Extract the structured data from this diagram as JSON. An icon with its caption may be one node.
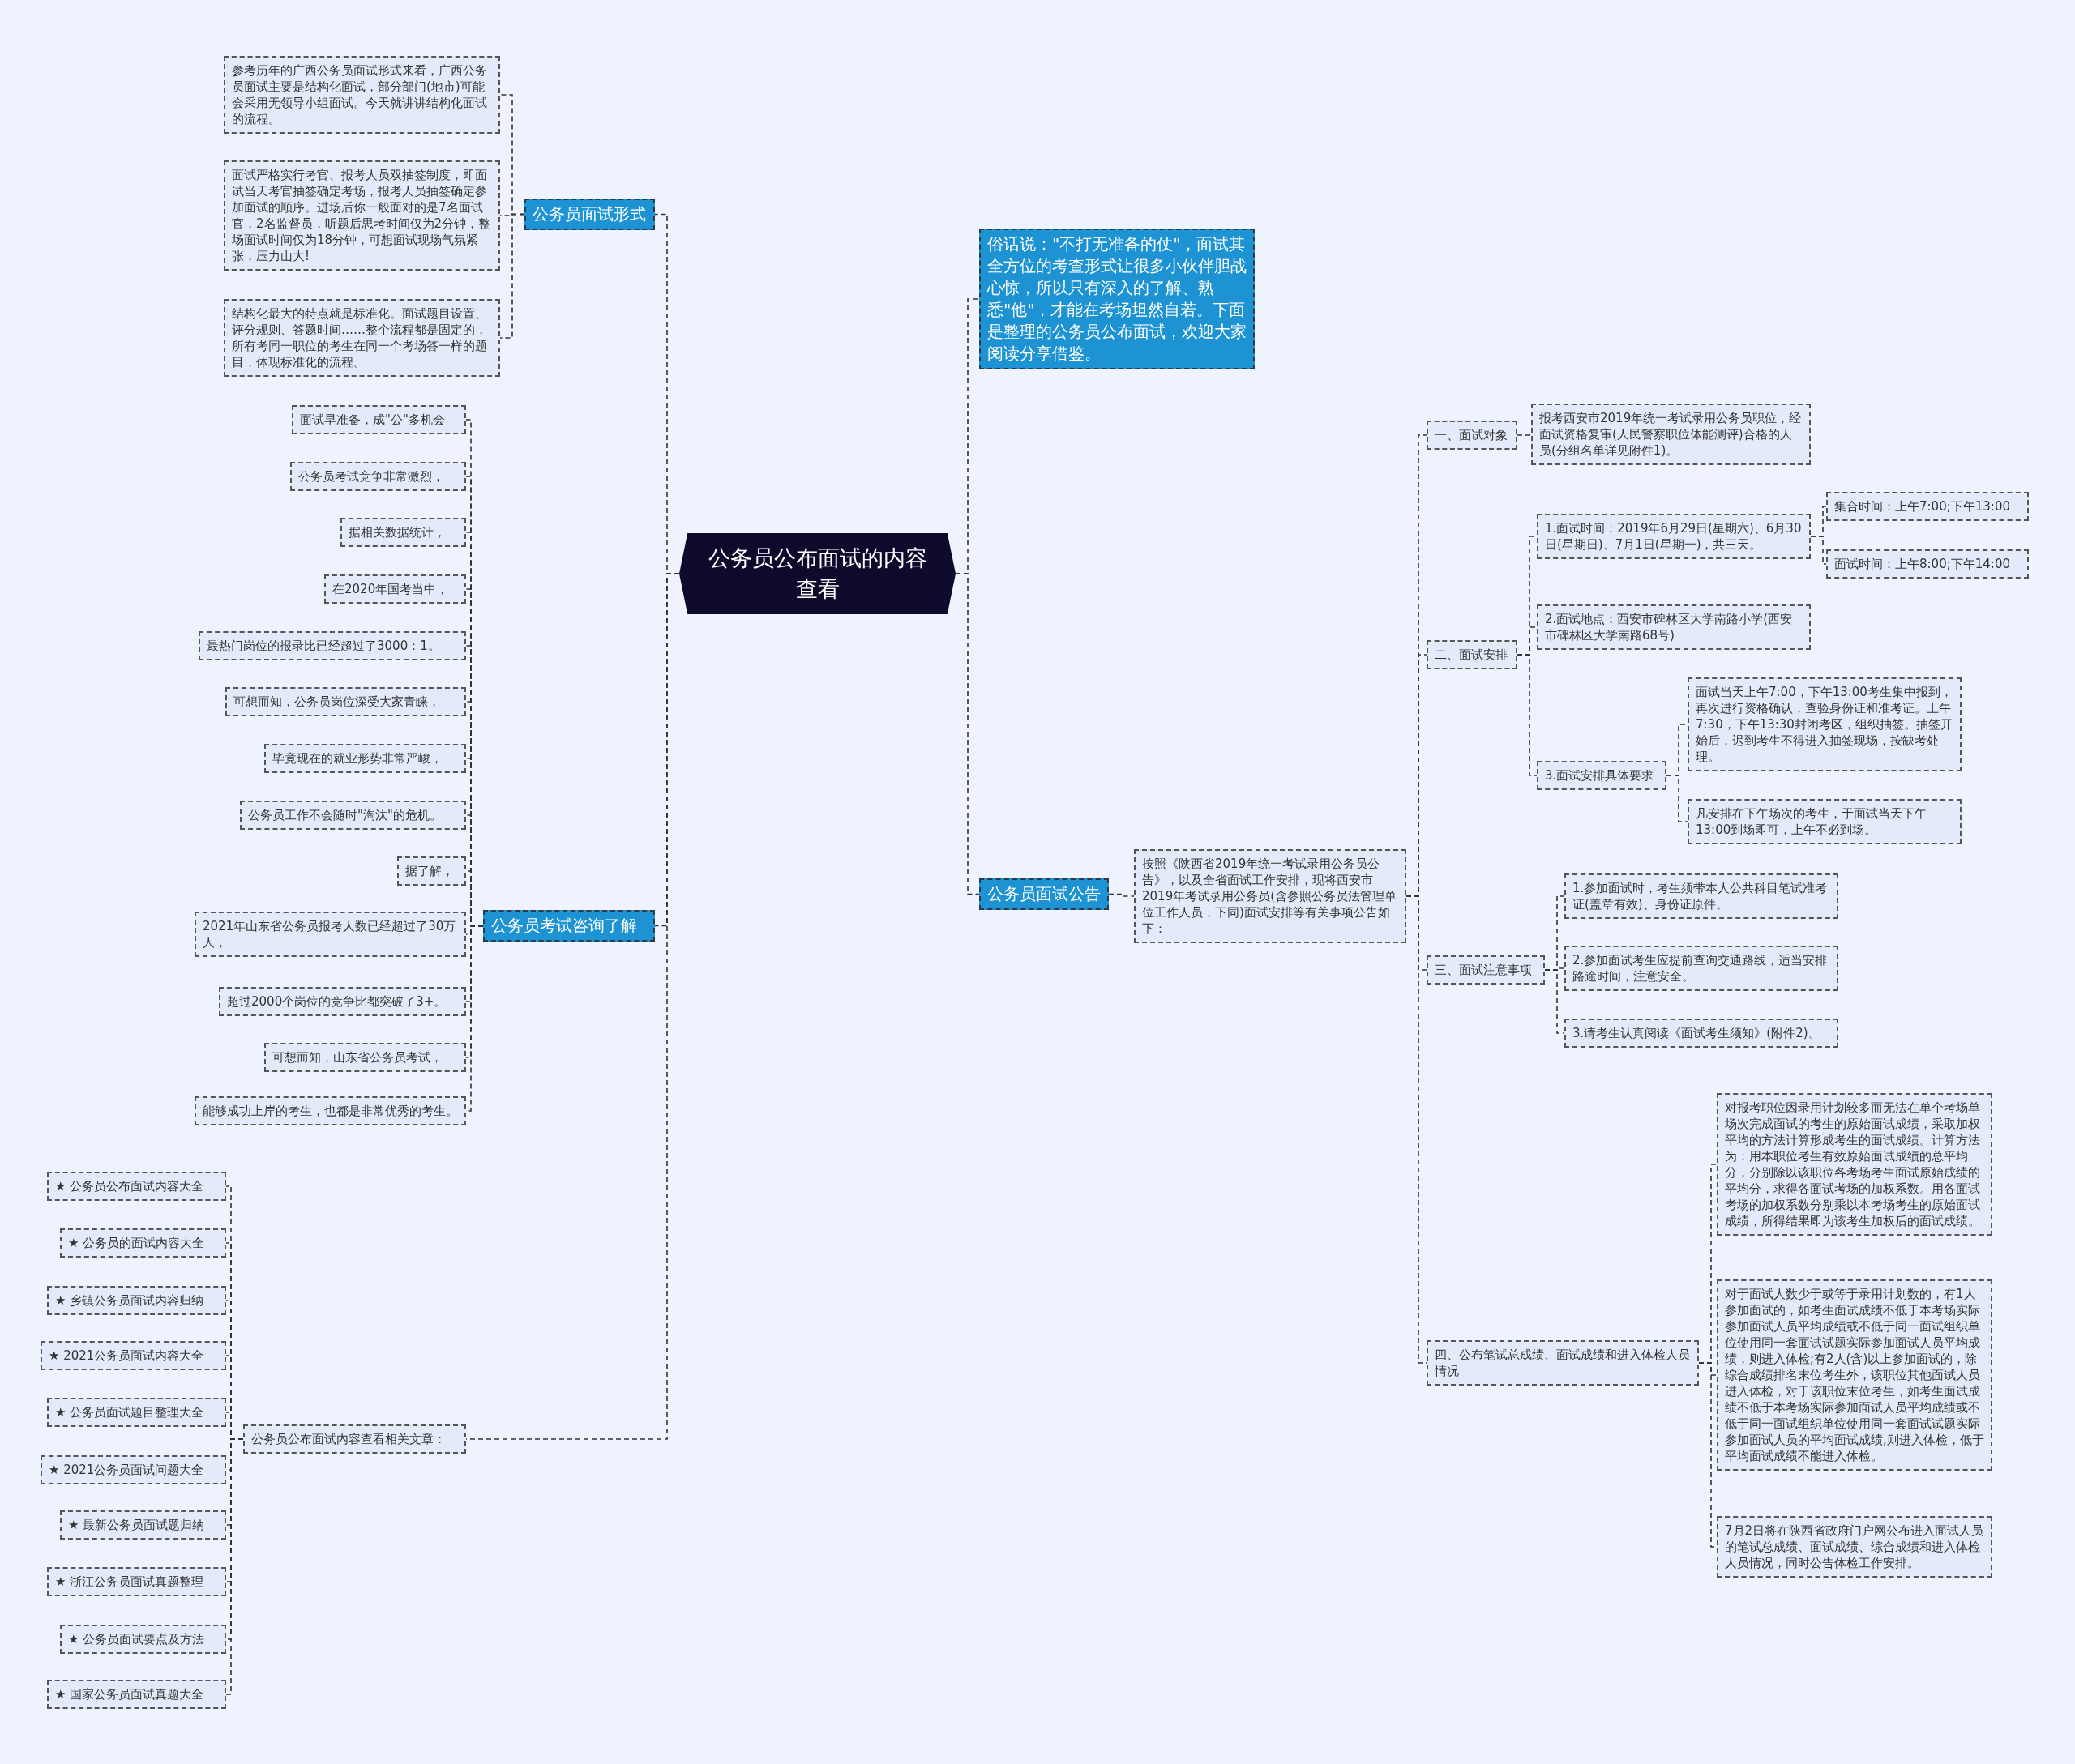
{
  "diagram": {
    "nodes": [
      {
        "text": [
          "公务员公布面试的内容查看"
        ]
      },
      {
        "text": [
          "公务员面试形式"
        ]
      },
      {
        "text": [
          "参考历年的广西公务员面试形式来看，广西公务员面试主要是结构化面试，部分部门(地市)可能会采用无领导小组面试。今天就讲讲结构化面试的流程。"
        ]
      },
      {
        "text": [
          "面试严格实行考官、报考人员双抽签制度，即面试当天考官抽签确定考场，报考人员抽签确定参加面试的顺序。进场后你一般面对的是7名面试官，2名监督员，听题后思考时间仅为2分钟，整场面试时间仅为18分钟，可想面试现场气氛紧张，压力山大!"
        ]
      },
      {
        "text": [
          "结构化最大的特点就是标准化。面试题目设置、评分规则、答题时间……整个流程都是固定的，所有考同一职位的考生在同一个考场答一样的题目，体现标准化的流程。"
        ]
      },
      {
        "text": [
          "公务员考试咨询了解"
        ]
      },
      {
        "text": [
          "面试早准备，成\"公\"多机会"
        ]
      },
      {
        "text": [
          "公务员考试竞争非常激烈，"
        ]
      },
      {
        "text": [
          "据相关数据统计，"
        ]
      },
      {
        "text": [
          "在2020年国考当中，"
        ]
      },
      {
        "text": [
          "最热门岗位的报录比已经超过了3000：1。"
        ]
      },
      {
        "text": [
          "可想而知，公务员岗位深受大家青睐，"
        ]
      },
      {
        "text": [
          "毕竟现在的就业形势非常严峻，"
        ]
      },
      {
        "text": [
          "公务员工作不会随时\"淘汰\"的危机。"
        ]
      },
      {
        "text": [
          "据了解，"
        ]
      },
      {
        "text": [
          "2021年山东省公务员报考人数已经超过了30万人，"
        ]
      },
      {
        "text": [
          "超过2000个岗位的竞争比都突破了3+。"
        ]
      },
      {
        "text": [
          "可想而知，山东省公务员考试，"
        ]
      },
      {
        "text": [
          "能够成功上岸的考生，也都是非常优秀的考生。"
        ]
      },
      {
        "text": [
          "公务员公布面试内容查看相关文章："
        ]
      },
      {
        "text": [
          "★ 公务员公布面试内容大全"
        ]
      },
      {
        "text": [
          "★ 公务员的面试内容大全"
        ]
      },
      {
        "text": [
          "★ 乡镇公务员面试内容归纳"
        ]
      },
      {
        "text": [
          "★ 2021公务员面试内容大全"
        ]
      },
      {
        "text": [
          "★ 公务员面试题目整理大全"
        ]
      },
      {
        "text": [
          "★ 2021公务员面试问题大全"
        ]
      },
      {
        "text": [
          "★ 最新公务员面试题归纳"
        ]
      },
      {
        "text": [
          "★ 浙江公务员面试真题整理"
        ]
      },
      {
        "text": [
          "★ 公务员面试要点及方法"
        ]
      },
      {
        "text": [
          "★ 国家公务员面试真题大全"
        ]
      },
      {
        "text": [
          "俗话说：\"不打无准备的仗\"，面试其全方位的考查形式让很多小伙伴胆战心惊，所以只有深入的了解、熟悉\"他\"，才能在考场坦然自若。下面是整理的公务员公布面试，欢迎大家阅读分享借鉴。"
        ]
      },
      {
        "text": [
          "公务员面试公告"
        ]
      },
      {
        "text": [
          "按照《陕西省2019年统一考试录用公务员公告》，以及全省面试工作安排，现将西安市2019年考试录用公务员(含参照公务员法管理单位工作人员，下同)面试安排等有关事项公告如下："
        ]
      },
      {
        "text": [
          "一、面试对象"
        ]
      },
      {
        "text": [
          "报考西安市2019年统一考试录用公务员职位，经面试资格复审(人民警察职位体能测评)合格的人员(分组名单详见附件1)。"
        ]
      },
      {
        "text": [
          "二、面试安排"
        ]
      },
      {
        "text": [
          "1.面试时间：2019年6月29日(星期六)、6月30日(星期日)、7月1日(星期一)，共三天。"
        ]
      },
      {
        "text": [
          "集合时间：上午7:00;下午13:00"
        ]
      },
      {
        "text": [
          "面试时间：上午8:00;下午14:00"
        ]
      },
      {
        "text": [
          "2.面试地点：西安市碑林区大学南路小学(西安市碑林区大学南路68号)"
        ]
      },
      {
        "text": [
          "3.面试安排具体要求"
        ]
      },
      {
        "text": [
          "面试当天上午7:00，下午13:00考生集中报到，再次进行资格确认，查验身份证和准考证。上午7:30，下午13:30封闭考区，组织抽签。抽签开始后，迟到考生不得进入抽签现场，按缺考处理。"
        ]
      },
      {
        "text": [
          "凡安排在下午场次的考生，于面试当天下午13:00到场即可，上午不必到场。"
        ]
      },
      {
        "text": [
          "三、面试注意事项"
        ]
      },
      {
        "text": [
          "1.参加面试时，考生须带本人公共科目笔试准考证(盖章有效)、身份证原件。"
        ]
      },
      {
        "text": [
          "2.参加面试考生应提前查询交通路线，适当安排路途时间，注意安全。"
        ]
      },
      {
        "text": [
          "3.请考生认真阅读《面试考生须知》(附件2)。"
        ]
      },
      {
        "text": [
          "四、公布笔试总成绩、面试成绩和进入体检人员情况"
        ]
      },
      {
        "text": [
          "对报考职位因录用计划较多而无法在单个考场单场次完成面试的考生的原始面试成绩，采取加权平均的方法计算形成考生的面试成绩。计算方法为：用本职位考生有效原始面试成绩的总平均分，分别除以该职位各考场考生面试原始成绩的平均分，求得各面试考场的加权系数。用各面试考场的加权系数分别乘以本考场考生的原始面试成绩，所得结果即为该考生加权后的面试成绩。"
        ]
      },
      {
        "text": [
          "对于面试人数少于或等于录用计划数的，有1人参加面试的，如考生面试成绩不低于本考场实际参加面试人员平均成绩或不低于同一面试组织单位使用同一套面试试题实际参加面试人员平均成绩，则进入体检;有2人(含)以上参加面试的，除综合成绩排名末位考生外，该职位其他面试人员进入体检，对于该职位末位考生，如考生面试成绩不低于本考场实际参加面试人员平均成绩或不低于同一面试组织单位使用同一套面试试题实际参加面试人员的平均面试成绩,则进入体检，低于平均面试成绩不能进入体检。"
        ]
      },
      {
        "text": [
          "7月2日将在陕西省政府门户网公布进入面试人员的笔试总成绩、面试成绩、综合成绩和进入体检人员情况，同时公告体检工作安排。"
        ]
      }
    ],
    "edges": [
      {
        "from": 0,
        "to": 1,
        "arrow": "none"
      },
      {
        "from": 1,
        "to": 2,
        "arrow": "none"
      },
      {
        "from": 1,
        "to": 3,
        "arrow": "none"
      },
      {
        "from": 1,
        "to": 4,
        "arrow": "none"
      },
      {
        "from": 0,
        "to": 5,
        "arrow": "none"
      },
      {
        "from": 5,
        "to": 6,
        "arrow": "none"
      },
      {
        "from": 5,
        "to": 7,
        "arrow": "none"
      },
      {
        "from": 5,
        "to": 8,
        "arrow": "none"
      },
      {
        "from": 5,
        "to": 9,
        "arrow": "none"
      },
      {
        "from": 5,
        "to": 10,
        "arrow": "none"
      },
      {
        "from": 5,
        "to": 11,
        "arrow": "none"
      },
      {
        "from": 5,
        "to": 12,
        "arrow": "none"
      },
      {
        "from": 5,
        "to": 13,
        "arrow": "none"
      },
      {
        "from": 5,
        "to": 14,
        "arrow": "none"
      },
      {
        "from": 5,
        "to": 15,
        "arrow": "none"
      },
      {
        "from": 5,
        "to": 16,
        "arrow": "none"
      },
      {
        "from": 5,
        "to": 17,
        "arrow": "none"
      },
      {
        "from": 5,
        "to": 18,
        "arrow": "none"
      },
      {
        "from": 0,
        "to": 19,
        "arrow": "none"
      },
      {
        "from": 19,
        "to": 20,
        "arrow": "none"
      },
      {
        "from": 19,
        "to": 21,
        "arrow": "none"
      },
      {
        "from": 19,
        "to": 22,
        "arrow": "none"
      },
      {
        "from": 19,
        "to": 23,
        "arrow": "none"
      },
      {
        "from": 19,
        "to": 24,
        "arrow": "none"
      },
      {
        "from": 19,
        "to": 25,
        "arrow": "none"
      },
      {
        "from": 19,
        "to": 26,
        "arrow": "none"
      },
      {
        "from": 19,
        "to": 27,
        "arrow": "none"
      },
      {
        "from": 19,
        "to": 28,
        "arrow": "none"
      },
      {
        "from": 19,
        "to": 29,
        "arrow": "none"
      },
      {
        "from": 0,
        "to": 30,
        "arrow": "none"
      },
      {
        "from": 0,
        "to": 31,
        "arrow": "none"
      },
      {
        "from": 31,
        "to": 32,
        "arrow": "none"
      },
      {
        "from": 32,
        "to": 33,
        "arrow": "none"
      },
      {
        "from": 33,
        "to": 34,
        "arrow": "none"
      },
      {
        "from": 32,
        "to": 35,
        "arrow": "none"
      },
      {
        "from": 35,
        "to": 36,
        "arrow": "none"
      },
      {
        "from": 36,
        "to": 37,
        "arrow": "none"
      },
      {
        "from": 36,
        "to": 38,
        "arrow": "none"
      },
      {
        "from": 35,
        "to": 39,
        "arrow": "none"
      },
      {
        "from": 35,
        "to": 40,
        "arrow": "none"
      },
      {
        "from": 40,
        "to": 41,
        "arrow": "none"
      },
      {
        "from": 40,
        "to": 42,
        "arrow": "none"
      },
      {
        "from": 32,
        "to": 43,
        "arrow": "none"
      },
      {
        "from": 43,
        "to": 44,
        "arrow": "none"
      },
      {
        "from": 43,
        "to": 45,
        "arrow": "none"
      },
      {
        "from": 43,
        "to": 46,
        "arrow": "none"
      },
      {
        "from": 32,
        "to": 47,
        "arrow": "none"
      },
      {
        "from": 47,
        "to": 48,
        "arrow": "none"
      },
      {
        "from": 47,
        "to": 49,
        "arrow": "none"
      },
      {
        "from": 47,
        "to": 50,
        "arrow": "none"
      }
    ]
  }
}
